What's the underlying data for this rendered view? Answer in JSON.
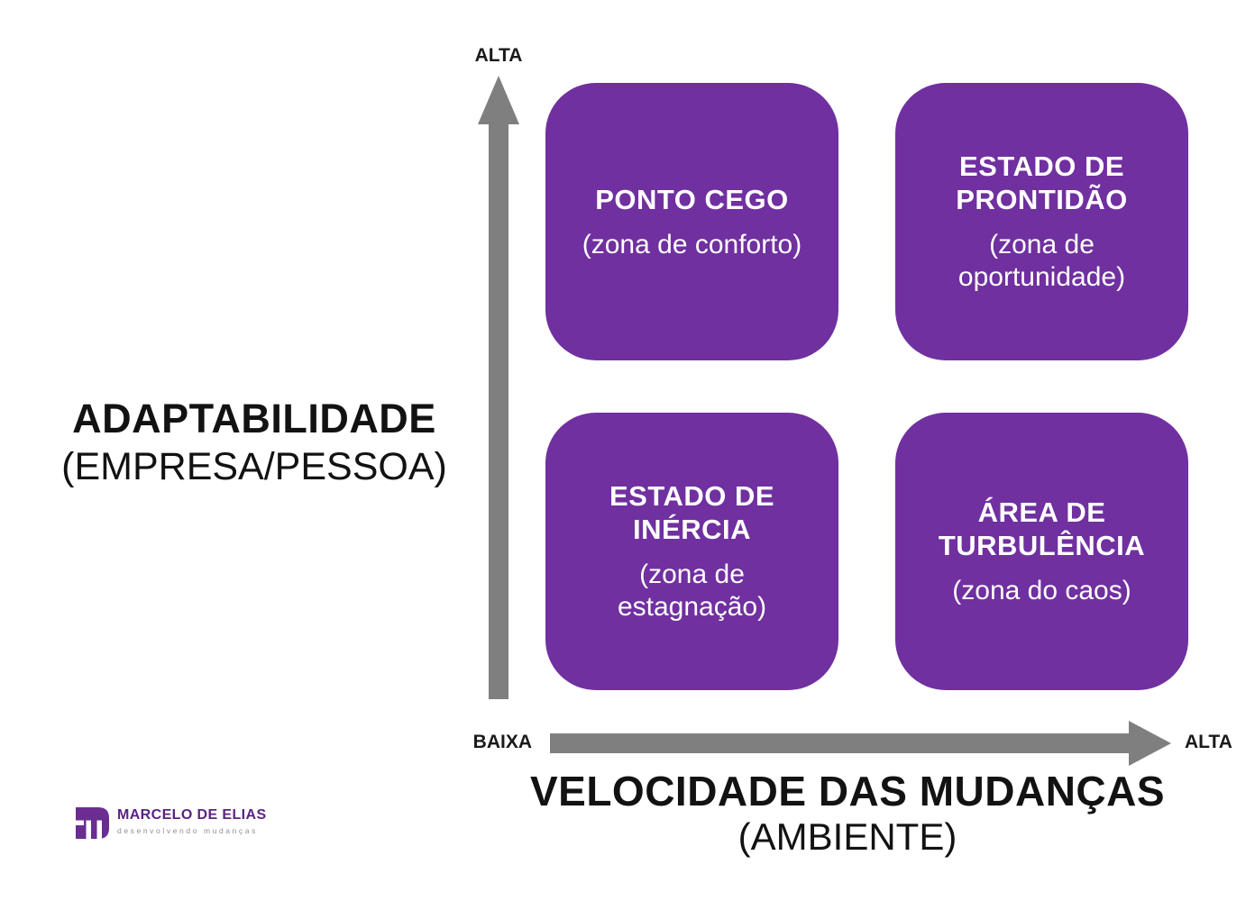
{
  "colors": {
    "quadrant_purple": "#7030A0",
    "axis_gray": "#7F7F7F",
    "logo_purple": "#5B2382",
    "logo_tagline_gray": "#8F8F8F"
  },
  "axes": {
    "y": {
      "title": "ADAPTABILIDADE",
      "subtitle": "(EMPRESA/PESSOA)",
      "high_label": "ALTA"
    },
    "x": {
      "title": "VELOCIDADE DAS MUDANÇAS",
      "subtitle": "(AMBIENTE)",
      "low_label": "BAIXA",
      "high_label": "ALTA"
    }
  },
  "quadrants": [
    {
      "id": "top-left",
      "title": "PONTO CEGO",
      "subtitle": "(zona de conforto)"
    },
    {
      "id": "top-right",
      "title": "ESTADO DE PRONTIDÃO",
      "subtitle": "(zona de oportunidade)"
    },
    {
      "id": "bottom-left",
      "title": "ESTADO DE INÉRCIA",
      "subtitle": "(zona de estagnação)"
    },
    {
      "id": "bottom-right",
      "title": "ÁREA DE TURBULÊNCIA",
      "subtitle": "(zona do caos)"
    }
  ],
  "logo": {
    "name": "MARCELO DE ELIAS",
    "tagline": "desenvolvendo mudanças"
  }
}
